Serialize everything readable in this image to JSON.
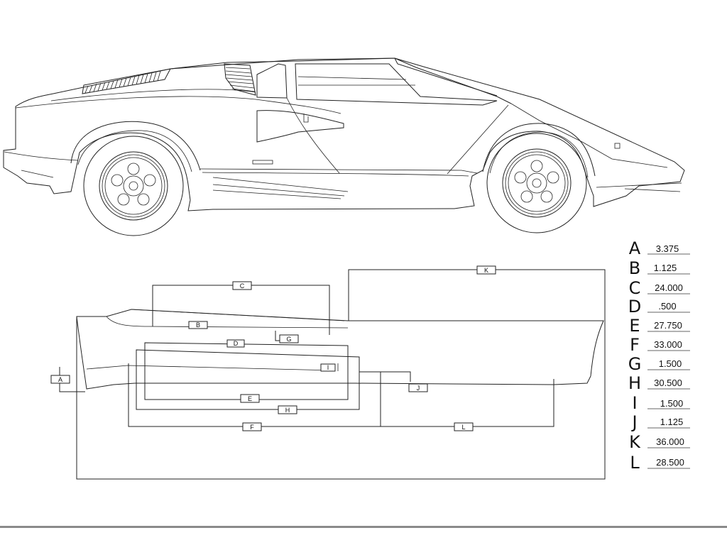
{
  "dimension_labels": {
    "A": "A",
    "B": "B",
    "C": "C",
    "D": "D",
    "E": "E",
    "F": "F",
    "G": "G",
    "H": "H",
    "I": "I",
    "J": "J",
    "K": "K",
    "L": "L"
  },
  "legend": [
    {
      "letter": "A",
      "value": "3.375"
    },
    {
      "letter": "B",
      "value": "1.125"
    },
    {
      "letter": "C",
      "value": "24.000"
    },
    {
      "letter": "D",
      "value": ".500"
    },
    {
      "letter": "E",
      "value": "27.750"
    },
    {
      "letter": "F",
      "value": "33.000"
    },
    {
      "letter": "G",
      "value": "1.500"
    },
    {
      "letter": "H",
      "value": "30.500"
    },
    {
      "letter": "I",
      "value": "1.500"
    },
    {
      "letter": "J",
      "value": "1.125"
    },
    {
      "letter": "K",
      "value": "36.000"
    },
    {
      "letter": "L",
      "value": "28.500"
    }
  ],
  "colors": {
    "line": "#222222",
    "background": "#ffffff",
    "bottom_bar": "#8a8a8a"
  }
}
